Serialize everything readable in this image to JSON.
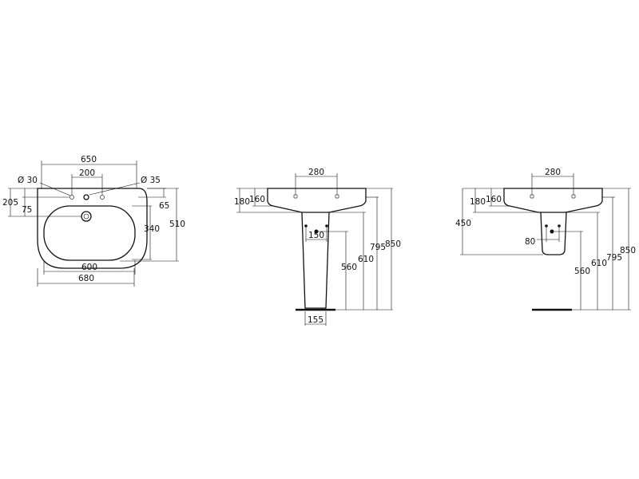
{
  "top_view": {
    "overall_width": "650",
    "tap_spacing": "200",
    "tap_hole_dia": "Ø 30",
    "overflow_dia": "Ø 35",
    "back_to_tap": "205",
    "back_to_overflow": "75",
    "back_to_bowl": "65",
    "bowl_depth": "340",
    "total_depth": "510",
    "bowl_width": "600",
    "basin_width": "680"
  },
  "pedestal_view": {
    "waste_spacing": "280",
    "dim_180": "180",
    "dim_160": "160",
    "pedestal_holes": "150",
    "dim_560": "560",
    "dim_610": "610",
    "dim_795": "795",
    "dim_850": "850",
    "pedestal_base": "155"
  },
  "semi_pedestal_view": {
    "waste_spacing": "280",
    "dim_180": "180",
    "dim_160": "160",
    "dim_450": "450",
    "holes_spacing": "80",
    "dim_560": "560",
    "dim_610": "610",
    "dim_795": "795",
    "dim_850": "850"
  }
}
